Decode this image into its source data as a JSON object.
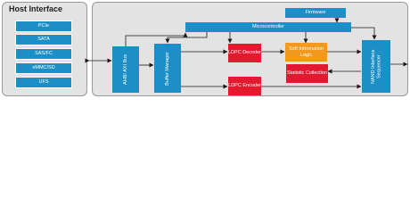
{
  "host_interface": {
    "title": "Host Interface",
    "items": [
      "PCIe",
      "SATA",
      "SAS/FC",
      "eMMC/SD",
      "UFS"
    ]
  },
  "controller": {
    "ahb_axi_bus": "AHB/ AXI Bus",
    "buffer_manager": "Buffer Manager",
    "microcontroller": "Microcontroller",
    "firmware": "Firmware",
    "ldpc_decoder": "LDPC Decoder",
    "ldpc_encoder": "LDPC Encoder",
    "soft_information_logic": "Soft Information Logic",
    "statistic_collection": "Statistic Collection",
    "nand_interface_sequencer": "NAND Interface Sequencer"
  },
  "colors": {
    "panel_bg": "#e3e3e3",
    "blue": "#1b8fc6",
    "red": "#e3192f",
    "orange": "#f39a1e",
    "connector": "#1a1a1a"
  }
}
